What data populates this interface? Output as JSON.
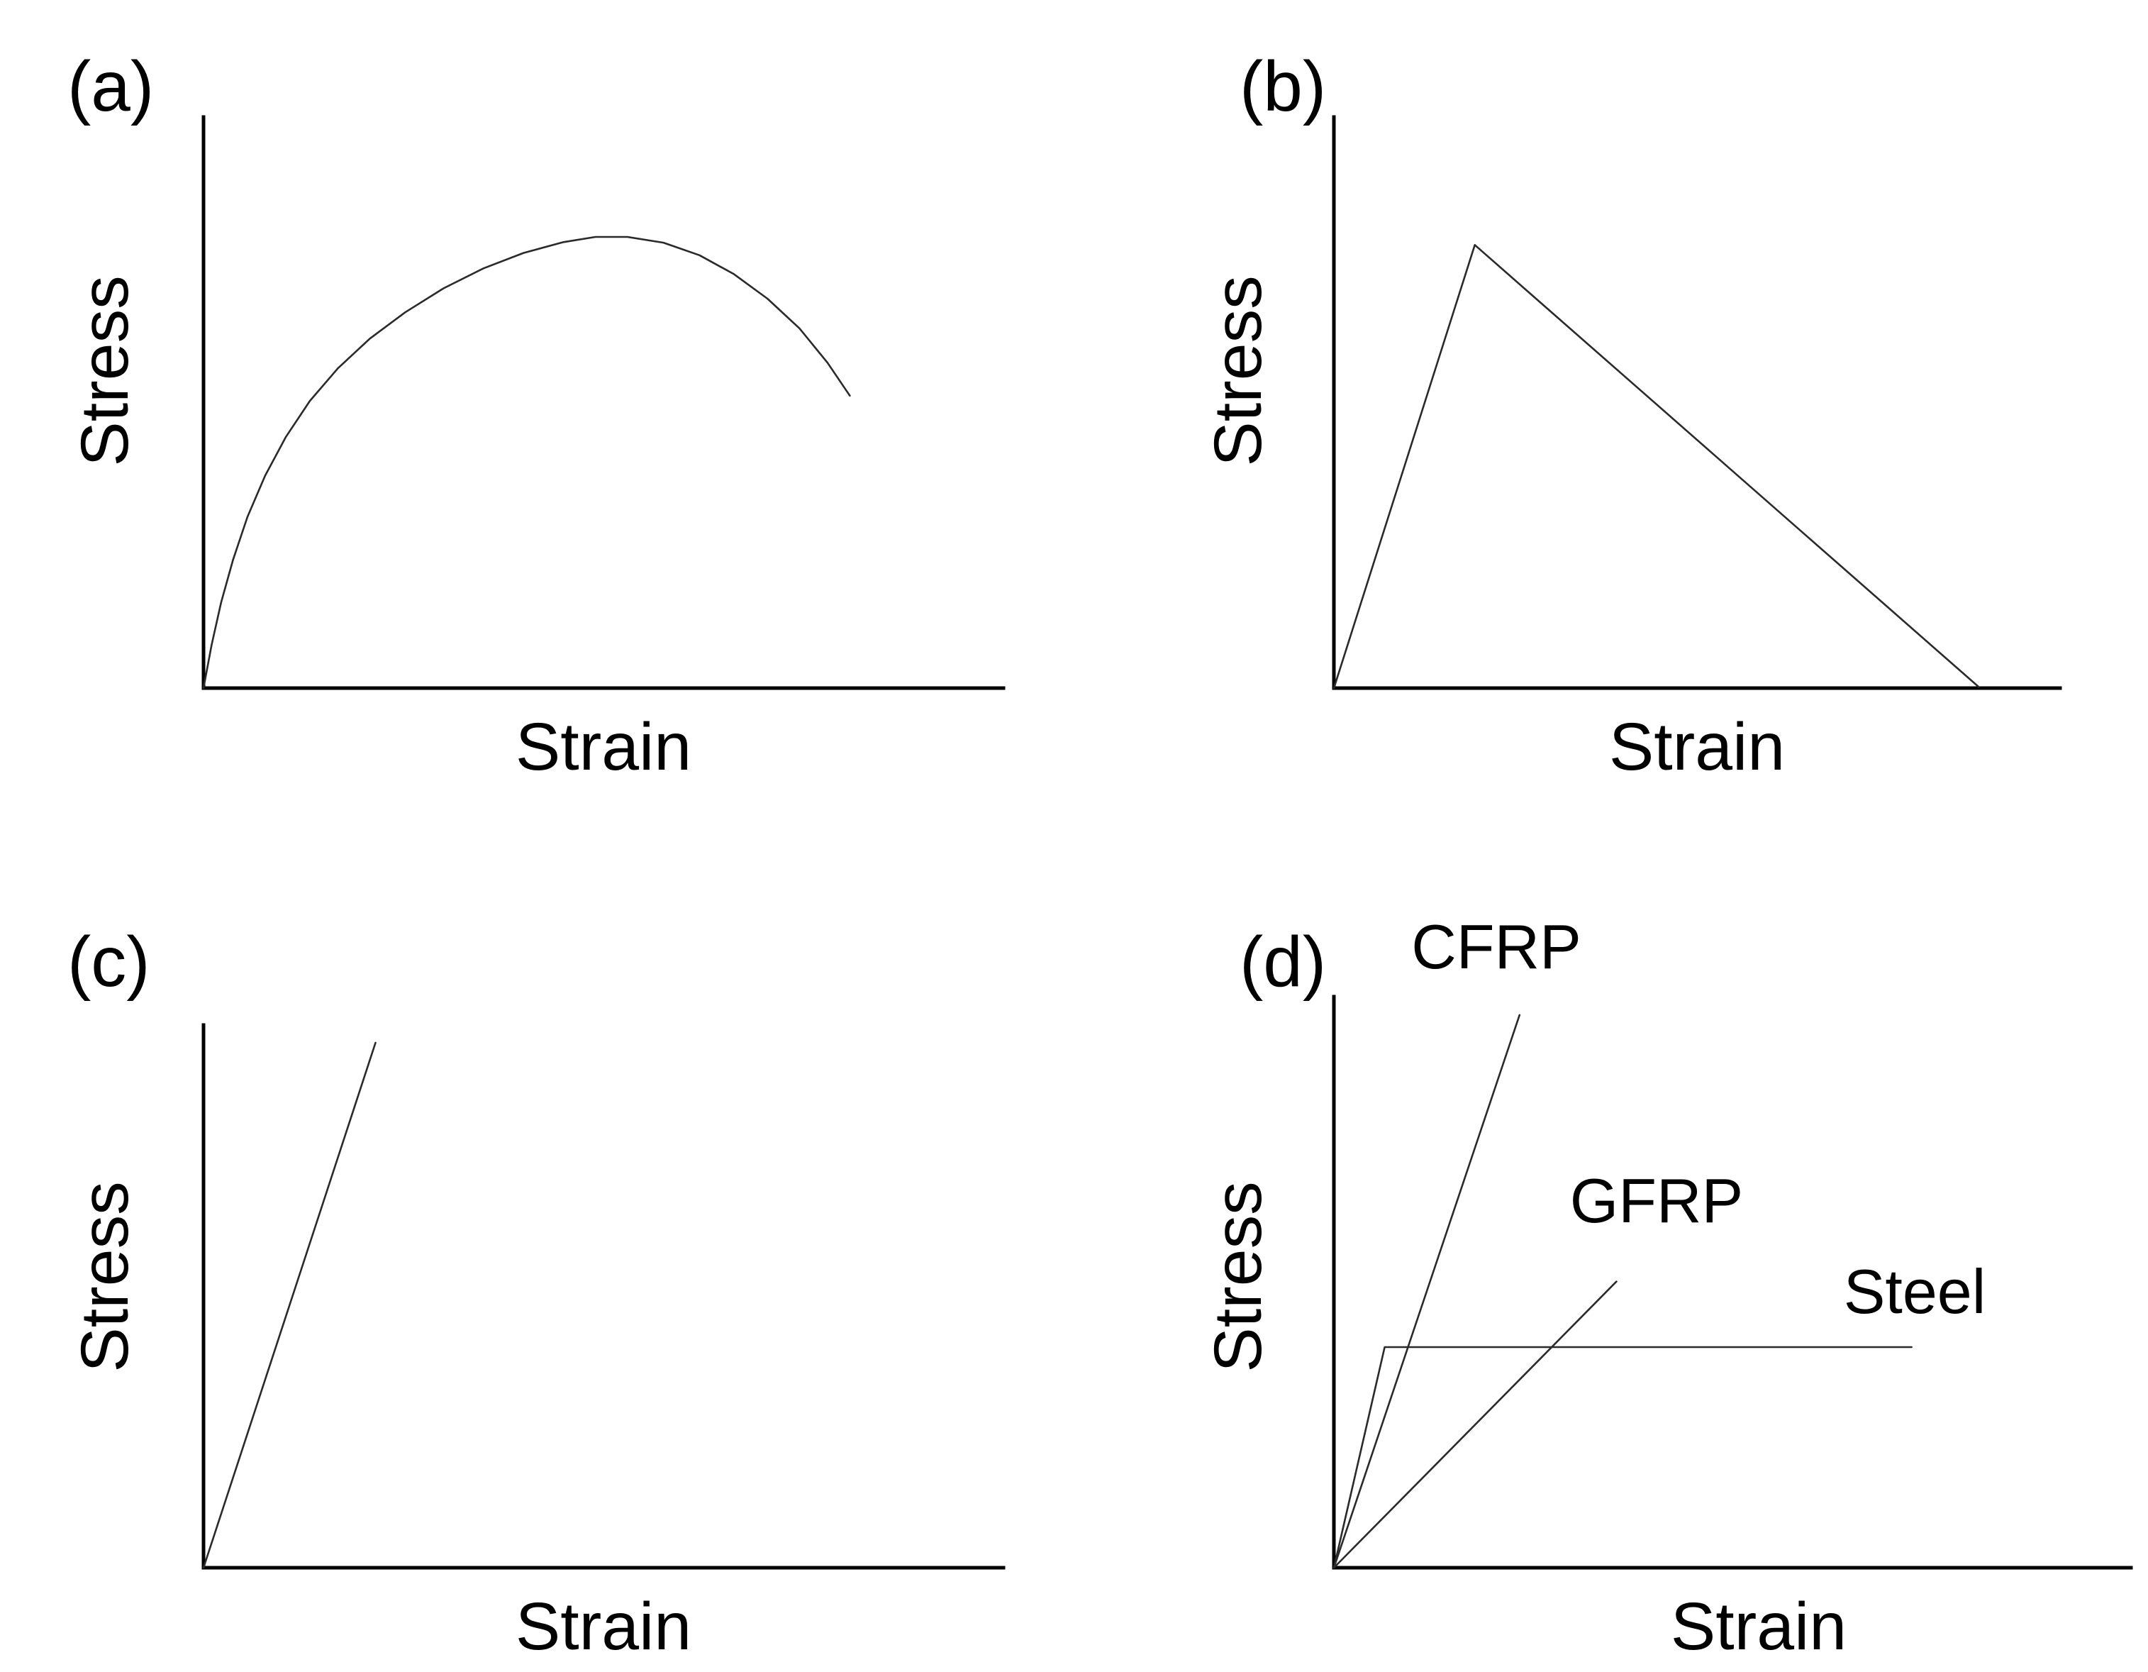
{
  "figure": {
    "background_color": "#ffffff",
    "text_color": "#000000",
    "axis_color": "#000000",
    "curve_color": "#2a2a2a"
  },
  "panels": [
    {
      "id": "a",
      "label": "(a)",
      "xlabel": "Strain",
      "ylabel": "Stress"
    },
    {
      "id": "b",
      "label": "(b)",
      "xlabel": "Strain",
      "ylabel": "Stress"
    },
    {
      "id": "c",
      "label": "(c)",
      "xlabel": "Strain",
      "ylabel": "Stress"
    },
    {
      "id": "d",
      "label": "(d)",
      "xlabel": "Strain",
      "ylabel": "Stress"
    }
  ],
  "series_labels": {
    "cfrp": "CFRP",
    "gfrp": "GFRP",
    "steel": "Steel"
  },
  "chart_data": [
    {
      "panel": "a",
      "type": "line",
      "title": "(a)",
      "xlabel": "Strain",
      "ylabel": "Stress",
      "axis_ticks": "none (qualitative sketch)",
      "grid": false,
      "description": "Curve rises steeply from the origin, flattens to a rounded peak near mid-strain, then softens downward, ending in mid-plot (concrete-like softening response).",
      "x_range_norm": [
        0,
        1
      ],
      "y_range_norm": [
        0,
        1
      ],
      "series": [
        {
          "name": "stress-strain curve",
          "points_norm": [
            [
              0.0,
              0.0
            ],
            [
              0.01,
              0.075
            ],
            [
              0.022,
              0.15
            ],
            [
              0.037,
              0.225
            ],
            [
              0.055,
              0.3
            ],
            [
              0.077,
              0.372
            ],
            [
              0.103,
              0.44
            ],
            [
              0.133,
              0.503
            ],
            [
              0.168,
              0.56
            ],
            [
              0.208,
              0.612
            ],
            [
              0.252,
              0.658
            ],
            [
              0.3,
              0.7
            ],
            [
              0.35,
              0.735
            ],
            [
              0.4,
              0.762
            ],
            [
              0.45,
              0.781
            ],
            [
              0.49,
              0.79
            ],
            [
              0.53,
              0.79
            ],
            [
              0.575,
              0.78
            ],
            [
              0.62,
              0.758
            ],
            [
              0.663,
              0.725
            ],
            [
              0.705,
              0.682
            ],
            [
              0.745,
              0.63
            ],
            [
              0.78,
              0.57
            ],
            [
              0.808,
              0.512
            ]
          ]
        }
      ]
    },
    {
      "panel": "b",
      "type": "line",
      "title": "(b)",
      "xlabel": "Strain",
      "ylabel": "Stress",
      "axis_ticks": "none (qualitative sketch)",
      "grid": false,
      "description": "Linear rise from the origin to a sharp peak at low strain, then linear softening back down to zero stress at large strain.",
      "x_range_norm": [
        0,
        1
      ],
      "y_range_norm": [
        0,
        1
      ],
      "series": [
        {
          "name": "stress-strain curve",
          "points_norm": [
            [
              0.0,
              0.0
            ],
            [
              0.194,
              0.776
            ],
            [
              0.888,
              0.002
            ]
          ]
        }
      ]
    },
    {
      "panel": "c",
      "type": "line",
      "title": "(c)",
      "xlabel": "Strain",
      "ylabel": "Stress",
      "axis_ticks": "none (qualitative sketch)",
      "grid": false,
      "description": "Single straight steep line from the origin: linear-elastic behaviour up to failure with no yielding.",
      "x_range_norm": [
        0,
        1
      ],
      "y_range_norm": [
        0,
        1
      ],
      "series": [
        {
          "name": "stress-strain line",
          "points_norm": [
            [
              0.0,
              0.0
            ],
            [
              0.215,
              0.961
            ]
          ]
        }
      ]
    },
    {
      "panel": "d",
      "type": "line",
      "title": "(d)",
      "xlabel": "Strain",
      "ylabel": "Stress",
      "axis_ticks": "none (qualitative sketch)",
      "grid": false,
      "description": "Comparison: CFRP and GFRP are linear-elastic to failure (CFRP stiffer/stronger than GFRP); Steel rises steeply then yields into a long horizontal plateau.",
      "x_range_norm": [
        0,
        1
      ],
      "y_range_norm": [
        0,
        1
      ],
      "series": [
        {
          "name": "CFRP",
          "points_norm": [
            [
              0.0,
              0.0
            ],
            [
              0.234,
              0.962
            ]
          ]
        },
        {
          "name": "GFRP",
          "points_norm": [
            [
              0.0,
              0.0
            ],
            [
              0.356,
              0.498
            ]
          ]
        },
        {
          "name": "Steel",
          "points_norm": [
            [
              0.0,
              0.0
            ],
            [
              0.064,
              0.384
            ],
            [
              0.728,
              0.384
            ]
          ]
        }
      ]
    }
  ]
}
